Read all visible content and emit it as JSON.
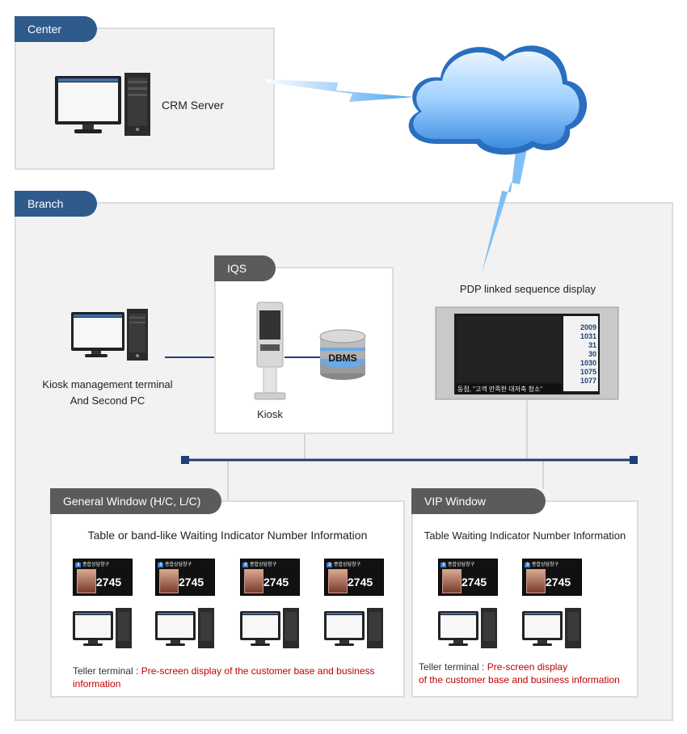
{
  "center": {
    "tab": "Center",
    "crm_label": "CRM Server"
  },
  "branch": {
    "tab": "Branch"
  },
  "iqs": {
    "tab": "IQS",
    "kiosk_label": "Kiosk",
    "dbms_label": "DBMS"
  },
  "kiosk_mgmt": {
    "line1": "Kiosk management terminal",
    "line2": "And Second PC"
  },
  "pdp": {
    "label": "PDP linked sequence display",
    "numbers": [
      "2009",
      "1031",
      "31",
      "30",
      "1030",
      "1075",
      "1077"
    ],
    "ticker": "동점, \"고객 만족한 대저축 청소\""
  },
  "general": {
    "tab": "General Window (H/C, L/C)",
    "title": "Table or band-like Waiting Indicator Number Information",
    "teller_prefix": "Teller terminal :",
    "teller_desc": "Pre-screen display of the customer base and business information"
  },
  "vip": {
    "tab": "VIP Window",
    "title": "Table Waiting Indicator Number Information",
    "teller_prefix": "Teller terminal :",
    "teller_desc_1": "Pre-screen display",
    "teller_desc_2": "of the customer base and business information"
  },
  "indicator": {
    "header": "종합상담창구",
    "number": "2745",
    "badge": "3"
  },
  "colors": {
    "tab_blue": "#2f5a8c",
    "tab_dark": "#5b5b5b",
    "network_line": "#1f3f78",
    "highlight_red": "#c00000",
    "cloud_blue": "#6fb4f0"
  }
}
